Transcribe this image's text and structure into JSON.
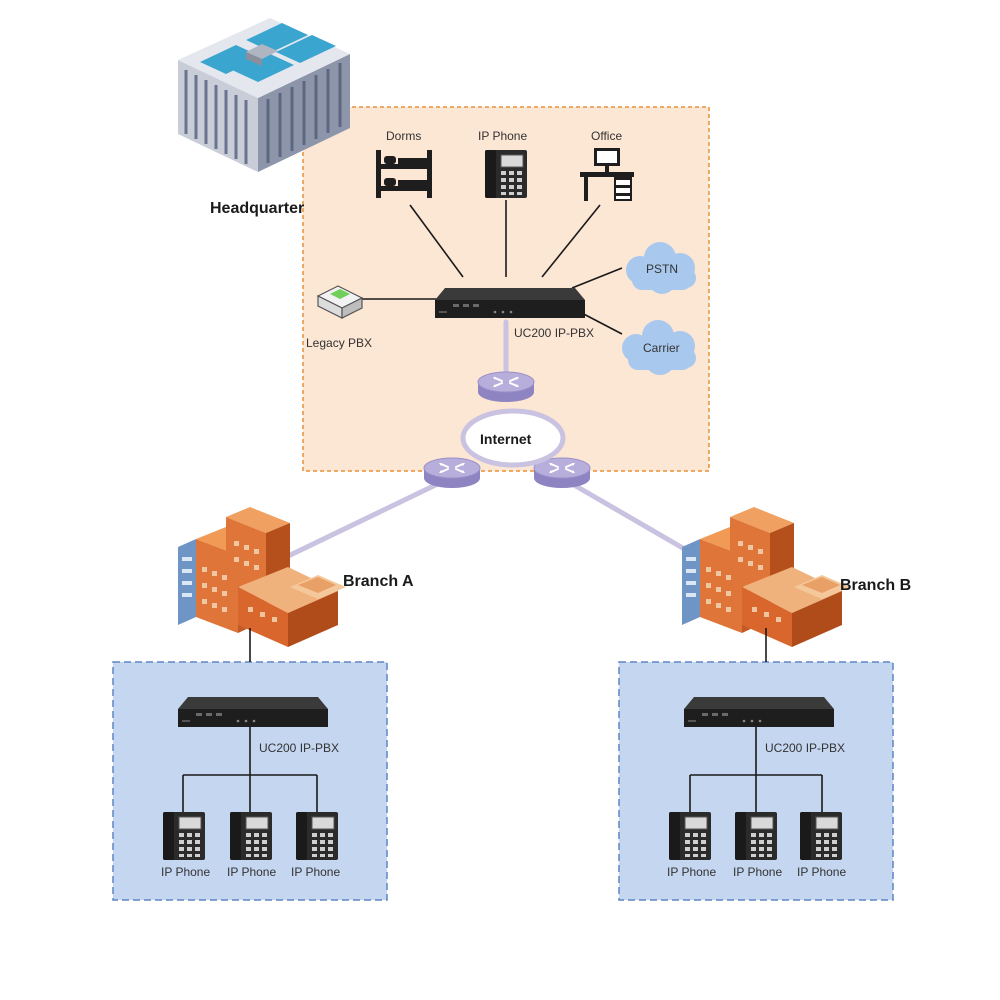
{
  "headquarter": {
    "title": "Headquarter",
    "devices": {
      "dorms": "Dorms",
      "ip_phone": "IP Phone",
      "office": "Office",
      "legacy_pbx": "Legacy PBX",
      "pbx": "UC200 IP-PBX"
    },
    "clouds": {
      "pstn": "PSTN",
      "carrier": "Carrier"
    }
  },
  "internet": {
    "label": "Internet"
  },
  "branches": [
    {
      "title": "Branch A",
      "pbx": "UC200 IP-PBX",
      "phones": [
        "IP Phone",
        "IP Phone",
        "IP Phone"
      ]
    },
    {
      "title": "Branch B",
      "pbx": "UC200 IP-PBX",
      "phones": [
        "IP Phone",
        "IP Phone",
        "IP Phone"
      ]
    }
  ],
  "colors": {
    "hq_zone_fill": "#fce6d4",
    "hq_zone_border": "#e8903a",
    "branch_zone_fill": "#c5d6f0",
    "branch_zone_border": "#5f86c2",
    "cloud_fill": "#a9c8ee",
    "router_fill": "#b7aedb",
    "wan_link": "#c9c2e0"
  }
}
